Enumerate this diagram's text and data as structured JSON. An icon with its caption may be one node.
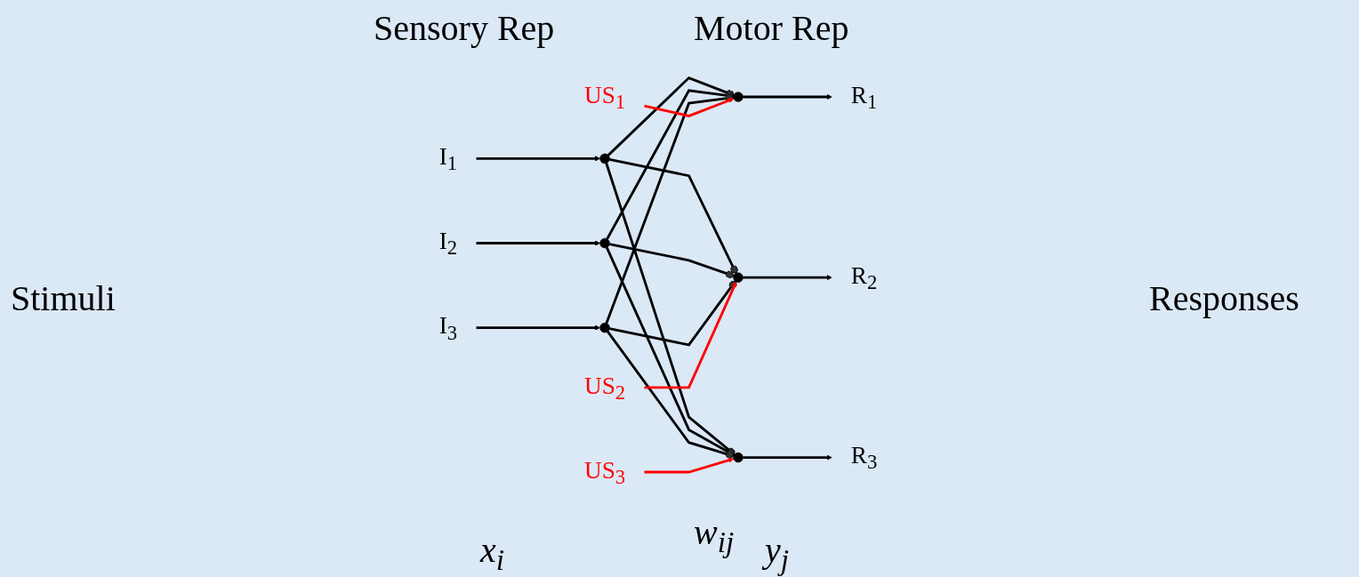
{
  "diagram": {
    "nodes": [
      {
        "text": [
          "I$_{1}$"
        ]
      },
      {
        "text": [
          "I$_{2}$"
        ]
      },
      {
        "text": [
          "I$_{3}$"
        ]
      },
      {
        "text": [],
        "shape": "circle"
      },
      {
        "text": [],
        "shape": "circle"
      },
      {
        "text": [],
        "shape": "circle"
      },
      {
        "text": [],
        "shape": "circle"
      },
      {
        "text": [],
        "shape": "circle"
      },
      {
        "text": [],
        "shape": "circle"
      },
      {
        "text": [
          "US$_{1}$"
        ]
      },
      {
        "text": [
          "US$_{2}$"
        ]
      },
      {
        "text": [
          "US$_{3}$"
        ]
      },
      {
        "text": [
          "R$_{1}$"
        ]
      },
      {
        "text": [
          "R$_{2}$"
        ]
      },
      {
        "text": [
          "R$_{3}$"
        ]
      }
    ],
    "edges": [
      {
        "from": 0,
        "to": 3,
        "arrow": "to"
      },
      {
        "from": 1,
        "to": 4,
        "arrow": "to"
      },
      {
        "from": 2,
        "to": 5,
        "arrow": "to"
      },
      {
        "from": 3,
        "to": 6,
        "arrow": "other"
      },
      {
        "from": 3,
        "to": 7,
        "arrow": "other"
      },
      {
        "from": 3,
        "to": 8,
        "arrow": "other"
      },
      {
        "from": 4,
        "to": 6,
        "arrow": "other"
      },
      {
        "from": 4,
        "to": 7,
        "arrow": "other"
      },
      {
        "from": 4,
        "to": 8,
        "arrow": "other"
      },
      {
        "from": 5,
        "to": 6,
        "arrow": "other"
      },
      {
        "from": 5,
        "to": 7,
        "arrow": "other"
      },
      {
        "from": 5,
        "to": 8,
        "arrow": "other"
      },
      {
        "from": 9,
        "to": 6,
        "arrow": "to",
        "color": "#ff0000"
      },
      {
        "from": 10,
        "to": 7,
        "arrow": "to",
        "color": "#ff0000"
      },
      {
        "from": 11,
        "to": 8,
        "arrow": "to",
        "color": "#ff0000"
      },
      {
        "from": 6,
        "to": 12,
        "arrow": "to"
      },
      {
        "from": 7,
        "to": 13,
        "arrow": "to"
      },
      {
        "from": 8,
        "to": 14,
        "arrow": "to"
      }
    ],
    "labels": [
      "Sensory Rep",
      "Motor Rep",
      "Stimuli",
      "Responses",
      "w$_{ij}$",
      "x$_{i}$",
      "y$_{j}$"
    ]
  }
}
